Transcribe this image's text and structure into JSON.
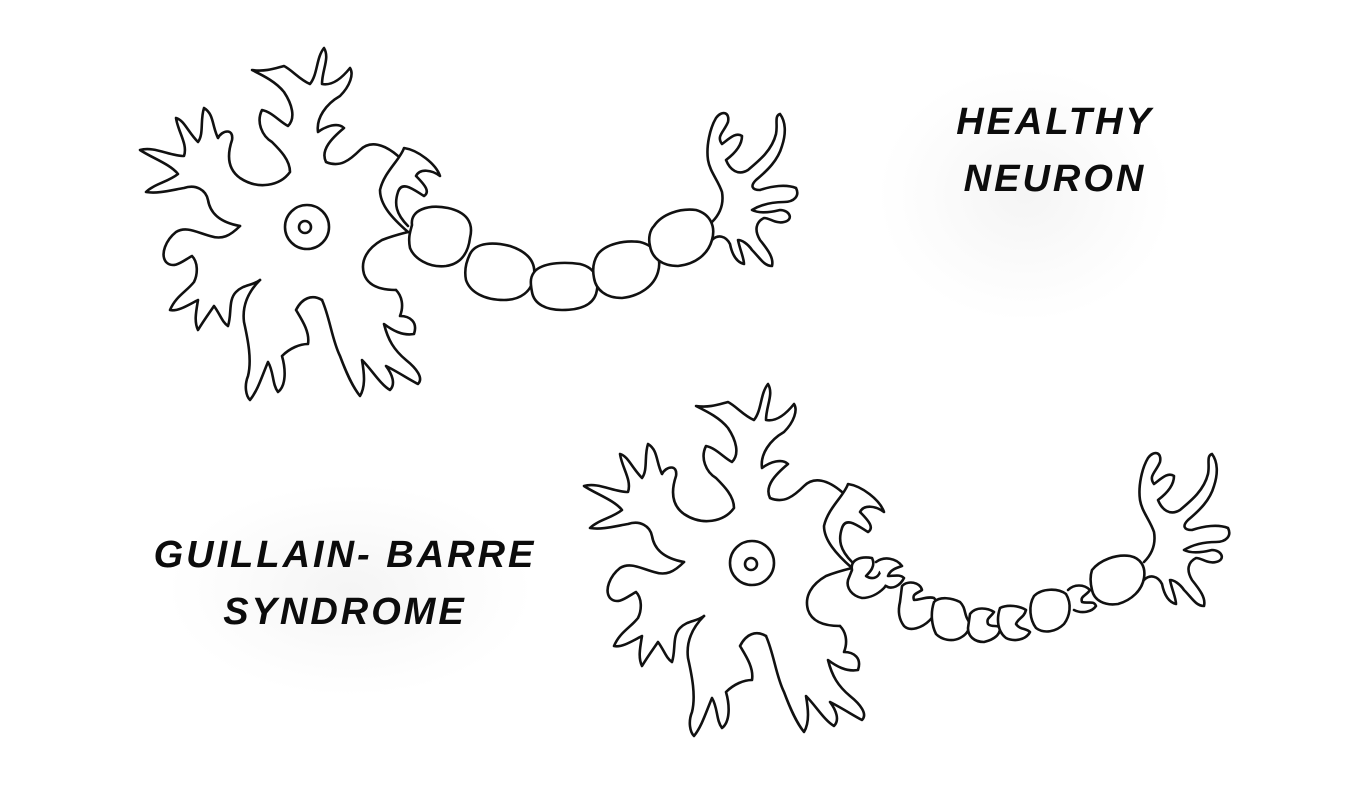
{
  "labels": {
    "healthy": {
      "line1": "HEALTHY",
      "line2": "NEURON"
    },
    "gbs": {
      "line1": "GUILLAIN- BARRE",
      "line2": "SYNDROME"
    }
  },
  "colors": {
    "background": "#ffffff",
    "stroke": "#111111",
    "text": "#0c0c0c"
  },
  "figures": [
    {
      "name": "healthy-neuron",
      "myelin": "intact"
    },
    {
      "name": "gbs-neuron",
      "myelin": "damaged"
    }
  ]
}
